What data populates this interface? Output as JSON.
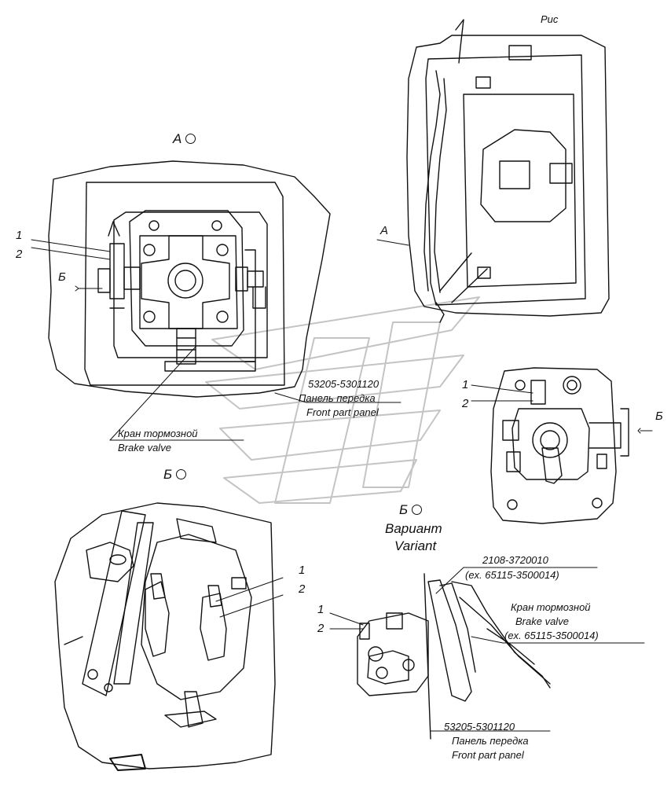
{
  "views": {
    "view_a": {
      "letter": "А"
    },
    "view_b1": {
      "letter": "Б"
    },
    "view_b2": {
      "letter": "Б",
      "variant_ru": "Вариант",
      "variant_en": "Variant"
    }
  },
  "pointers": {
    "a": "А",
    "b_left": "Б",
    "b_right": "Б"
  },
  "top_right_fragment": "Рис",
  "callouts": {
    "n1": "1",
    "n2": "2",
    "panel_code": "53205-5301120",
    "panel_ru": "Панель передка",
    "panel_en": "Front part panel",
    "valve_ru": "Кран тормозной",
    "valve_en": "Brake valve",
    "part_code": "2108-3720010",
    "part_ex": "(ex. 65115-3500014)",
    "valve_ex": "(ex. 65115-3500014)"
  }
}
